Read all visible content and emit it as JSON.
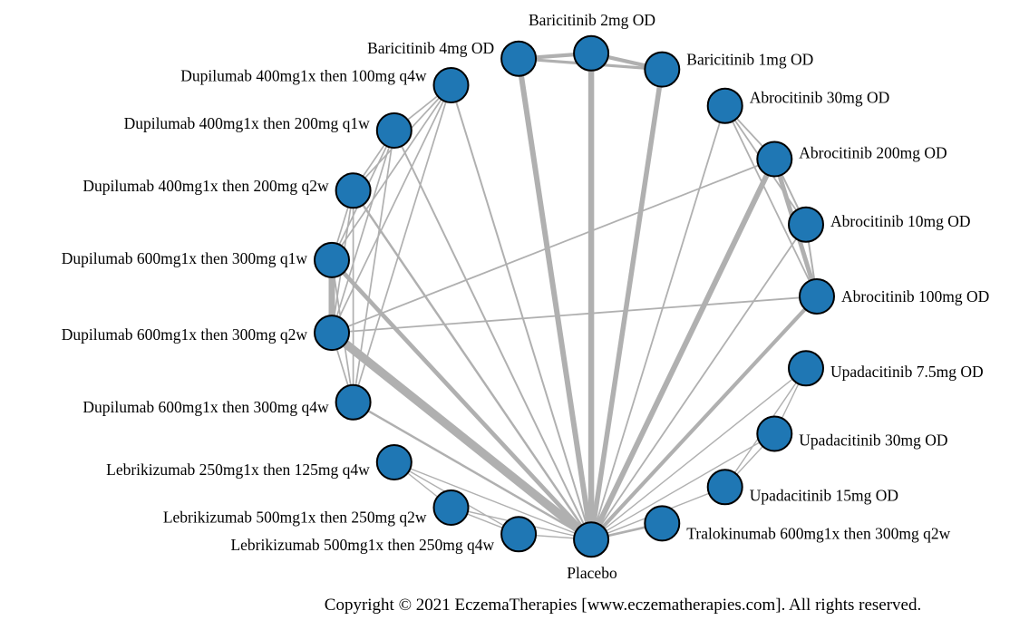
{
  "figure": {
    "type": "network-meta-analysis",
    "background": "#ffffff",
    "node_fill": "#1f77b4",
    "node_border": "#000000",
    "edge_color": "#b0b0b0",
    "nodes": [
      {
        "id": "abro100",
        "label": "Abrocitinib 100mg OD"
      },
      {
        "id": "upa7.5",
        "label": "Upadacitinib 7.5mg OD"
      },
      {
        "id": "upa30",
        "label": "Upadacitinib 30mg OD"
      },
      {
        "id": "upa15",
        "label": "Upadacitinib 15mg OD"
      },
      {
        "id": "tralo",
        "label": "Tralokinumab 600mg1x then 300mg q2w"
      },
      {
        "id": "placebo",
        "label": "Placebo"
      },
      {
        "id": "lebri500q4w",
        "label": "Lebrikizumab 500mg1x then 250mg q4w"
      },
      {
        "id": "lebri500q2w",
        "label": "Lebrikizumab 500mg1x then 250mg q2w"
      },
      {
        "id": "lebri250q4w",
        "label": "Lebrikizumab 250mg1x then 125mg q4w"
      },
      {
        "id": "dupi300q4w",
        "label": "Dupilumab 600mg1x then 300mg q4w"
      },
      {
        "id": "dupi300q2w",
        "label": "Dupilumab 600mg1x then 300mg q2w"
      },
      {
        "id": "dupi300q1w",
        "label": "Dupilumab 600mg1x then 300mg q1w"
      },
      {
        "id": "dupi200q2w",
        "label": "Dupilumab 400mg1x then 200mg q2w"
      },
      {
        "id": "dupi200q1w",
        "label": "Dupilumab 400mg1x then 200mg q1w"
      },
      {
        "id": "dupi100q4w",
        "label": "Dupilumab 400mg1x then 100mg q4w"
      },
      {
        "id": "bari4",
        "label": "Baricitinib 4mg OD"
      },
      {
        "id": "bari2",
        "label": "Baricitinib 2mg OD"
      },
      {
        "id": "bari1",
        "label": "Baricitinib 1mg OD"
      },
      {
        "id": "abro30",
        "label": "Abrocitinib 30mg OD"
      },
      {
        "id": "abro200",
        "label": "Abrocitinib 200mg OD"
      },
      {
        "id": "abro10",
        "label": "Abrocitinib 10mg OD"
      }
    ],
    "edges": [
      {
        "s": "placebo",
        "t": "dupi300q2w",
        "w": 9.5
      },
      {
        "s": "placebo",
        "t": "dupi300q1w",
        "w": 4.7
      },
      {
        "s": "placebo",
        "t": "dupi300q4w",
        "w": 2.5
      },
      {
        "s": "placebo",
        "t": "dupi200q2w",
        "w": 2.5
      },
      {
        "s": "placebo",
        "t": "dupi200q1w",
        "w": 2
      },
      {
        "s": "placebo",
        "t": "dupi100q4w",
        "w": 2
      },
      {
        "s": "placebo",
        "t": "bari4",
        "w": 6
      },
      {
        "s": "placebo",
        "t": "bari2",
        "w": 6.5
      },
      {
        "s": "placebo",
        "t": "bari1",
        "w": 5.5
      },
      {
        "s": "placebo",
        "t": "abro30",
        "w": 1.8
      },
      {
        "s": "placebo",
        "t": "abro200",
        "w": 6
      },
      {
        "s": "placebo",
        "t": "abro10",
        "w": 1.8
      },
      {
        "s": "placebo",
        "t": "abro100",
        "w": 4.2
      },
      {
        "s": "placebo",
        "t": "upa7.5",
        "w": 1.4
      },
      {
        "s": "placebo",
        "t": "upa30",
        "w": 1.4
      },
      {
        "s": "placebo",
        "t": "upa15",
        "w": 1.4
      },
      {
        "s": "placebo",
        "t": "tralo",
        "w": 2.7
      },
      {
        "s": "placebo",
        "t": "lebri250q4w",
        "w": 1.4
      },
      {
        "s": "placebo",
        "t": "lebri500q2w",
        "w": 1.4
      },
      {
        "s": "placebo",
        "t": "lebri500q4w",
        "w": 1.4
      },
      {
        "s": "bari4",
        "t": "bari2",
        "w": 4.2
      },
      {
        "s": "bari2",
        "t": "bari1",
        "w": 4.2
      },
      {
        "s": "bari4",
        "t": "bari1",
        "w": 3.2
      },
      {
        "s": "abro30",
        "t": "abro200",
        "w": 1.8
      },
      {
        "s": "abro30",
        "t": "abro10",
        "w": 1.8
      },
      {
        "s": "abro30",
        "t": "abro100",
        "w": 1.8
      },
      {
        "s": "abro200",
        "t": "abro10",
        "w": 2
      },
      {
        "s": "abro200",
        "t": "abro100",
        "w": 5
      },
      {
        "s": "abro10",
        "t": "abro100",
        "w": 2
      },
      {
        "s": "abro200",
        "t": "dupi300q2w",
        "w": 1.8
      },
      {
        "s": "abro100",
        "t": "dupi300q2w",
        "w": 1.8
      },
      {
        "s": "upa7.5",
        "t": "upa30",
        "w": 1.4
      },
      {
        "s": "upa30",
        "t": "upa15",
        "w": 1.4
      },
      {
        "s": "upa7.5",
        "t": "upa15",
        "w": 1.4
      },
      {
        "s": "lebri250q4w",
        "t": "lebri500q2w",
        "w": 1.4
      },
      {
        "s": "lebri500q2w",
        "t": "lebri500q4w",
        "w": 1.4
      },
      {
        "s": "lebri250q4w",
        "t": "lebri500q4w",
        "w": 1.4
      },
      {
        "s": "dupi300q1w",
        "t": "dupi300q2w",
        "w": 7
      },
      {
        "s": "dupi300q1w",
        "t": "dupi300q4w",
        "w": 1.7
      },
      {
        "s": "dupi300q2w",
        "t": "dupi300q4w",
        "w": 1.7
      },
      {
        "s": "dupi100q4w",
        "t": "dupi200q1w",
        "w": 1.7
      },
      {
        "s": "dupi100q4w",
        "t": "dupi200q2w",
        "w": 1.7
      },
      {
        "s": "dupi100q4w",
        "t": "dupi300q1w",
        "w": 1.7
      },
      {
        "s": "dupi100q4w",
        "t": "dupi300q2w",
        "w": 1.7
      },
      {
        "s": "dupi100q4w",
        "t": "dupi300q4w",
        "w": 1.7
      },
      {
        "s": "dupi200q1w",
        "t": "dupi200q2w",
        "w": 1.7
      },
      {
        "s": "dupi200q1w",
        "t": "dupi300q1w",
        "w": 1.7
      },
      {
        "s": "dupi200q1w",
        "t": "dupi300q2w",
        "w": 1.7
      },
      {
        "s": "dupi200q1w",
        "t": "dupi300q4w",
        "w": 1.7
      },
      {
        "s": "dupi200q2w",
        "t": "dupi300q1w",
        "w": 1.7
      },
      {
        "s": "dupi200q2w",
        "t": "dupi300q2w",
        "w": 1.7
      },
      {
        "s": "dupi200q2w",
        "t": "dupi300q4w",
        "w": 1.7
      }
    ]
  },
  "footer": {
    "copyright": "Copyright © 2021 EczemaTherapies [www.eczematherapies.com]. All rights reserved."
  }
}
